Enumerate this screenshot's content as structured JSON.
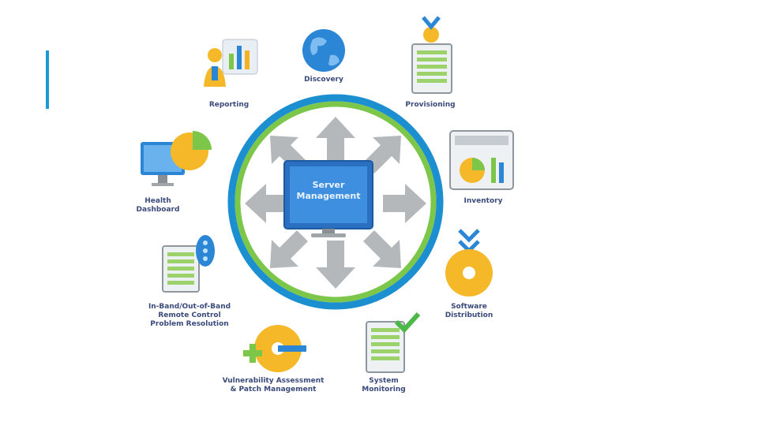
{
  "slide": {
    "accent_color": "#1a9ad6"
  },
  "diagram": {
    "center_line1": "Server",
    "center_line2": "Management",
    "nodes": {
      "discovery": "Discovery",
      "reporting": "Reporting",
      "provisioning": "Provisioning",
      "health_dashboard": "Health\nDashboard",
      "inventory": "Inventory",
      "remote_control": "In-Band/Out-of-Band\nRemote Control\nProblem Resolution",
      "software_distribution": "Software\nDistribution",
      "vulnerability": "Vulnerability Assessment\n& Patch Management",
      "system_monitoring": "System\nMonitoring"
    },
    "icons": {
      "discovery": "globe-icon",
      "reporting": "person-chart-icon",
      "provisioning": "checklist-icon",
      "health_dashboard": "monitor-pie-icon",
      "inventory": "chart-icon",
      "remote_control": "remote-checklist-icon",
      "software_distribution": "disc-download-icon",
      "vulnerability": "disc-plus-icon",
      "system_monitoring": "checklist-check-icon"
    }
  }
}
